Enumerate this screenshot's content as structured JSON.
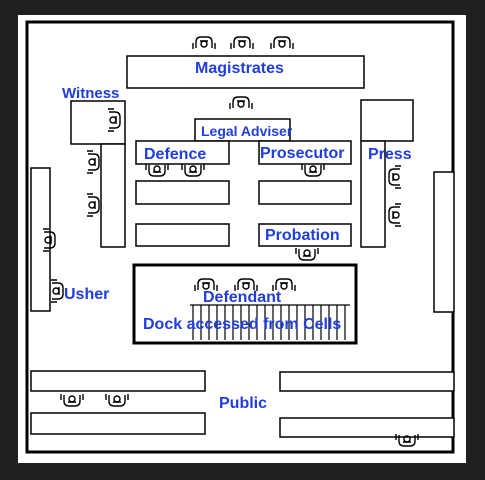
{
  "labels": {
    "magistrates": "Magistrates",
    "witness": "Witness",
    "legal_adviser": "Legal Adviser",
    "defence": "Defence",
    "prosecutor": "Prosecutor",
    "press": "Press",
    "probation": "Probation",
    "usher": "Usher",
    "defendant": "Defendant",
    "dock": "Dock accessed from Cells",
    "public": "Public"
  },
  "colors": {
    "background": "#202020",
    "floor": "#ffffff",
    "line": "#000000",
    "label": "#1f3de0"
  },
  "icons": {
    "seat": "chair-icon"
  }
}
